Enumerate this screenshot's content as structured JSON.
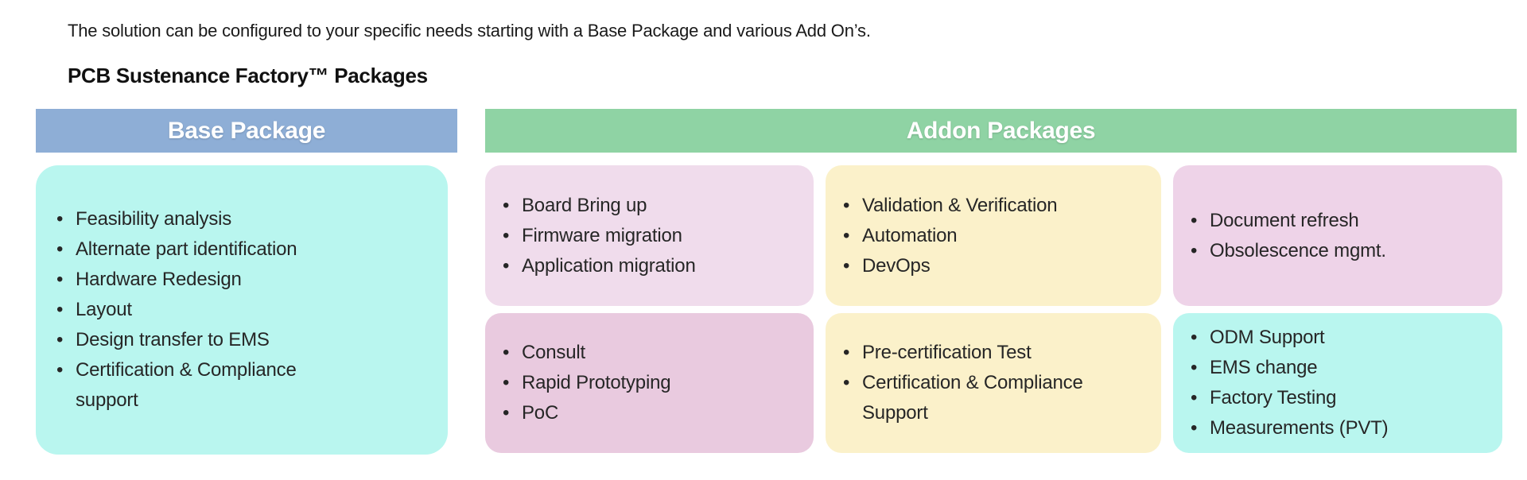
{
  "page": {
    "intro": "The solution can be configured to your specific needs starting with a Base Package and various Add On’s.",
    "title": "PCB Sustenance Factory™ Packages"
  },
  "base_package": {
    "header": "Base Package",
    "header_color": "#8EAED6",
    "box_color": "#B9F6EF",
    "items": [
      "Feasibility analysis",
      "Alternate part identification",
      "Hardware Redesign",
      "Layout",
      "Design transfer to EMS",
      "Certification & Compliance\nsupport"
    ]
  },
  "addon_packages": {
    "header": "Addon Packages",
    "header_color": "#8FD3A4",
    "boxes": [
      {
        "color": "#F0DCEC",
        "items": [
          "Board Bring up",
          "Firmware migration",
          "Application migration"
        ]
      },
      {
        "color": "#FBF1CA",
        "items": [
          "Validation & Verification",
          "Automation",
          "DevOps"
        ]
      },
      {
        "color": "#EED3E8",
        "items": [
          "Document refresh",
          "Obsolescence mgmt."
        ]
      },
      {
        "color": "#E9CADF",
        "items": [
          "Consult",
          "Rapid Prototyping",
          "PoC"
        ]
      },
      {
        "color": "#FBF1CA",
        "items": [
          "Pre-certification Test",
          "Certification & Compliance\nSupport"
        ]
      },
      {
        "color": "#B9F6EF",
        "items": [
          "ODM Support",
          "EMS change",
          "Factory Testing",
          "Measurements (PVT)"
        ]
      }
    ]
  }
}
